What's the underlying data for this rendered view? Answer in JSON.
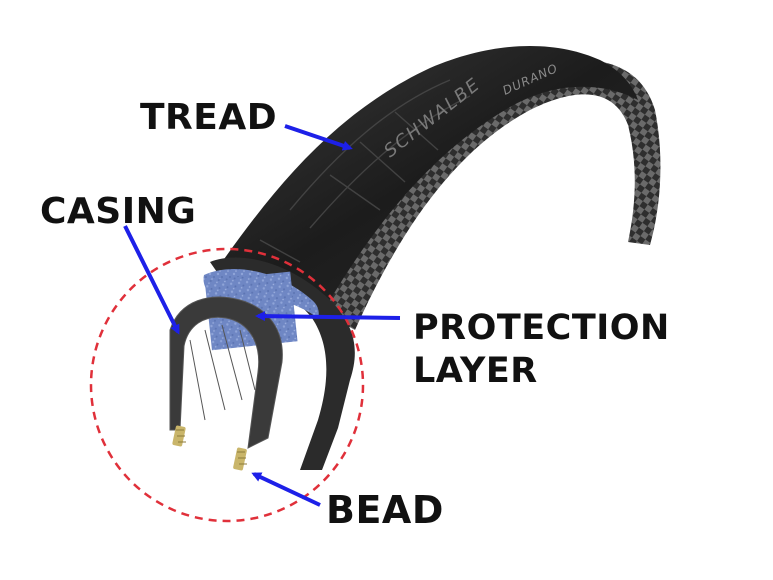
{
  "labels": {
    "tread": "TREAD",
    "casing": "CASING",
    "protection_line1": "PROTECTION",
    "protection_line2": "LAYER",
    "bead": "BEAD"
  },
  "tire_brand_text": "SCHWALBE",
  "tire_model_text": "DURANO",
  "colors": {
    "arrow": "#1d20e8",
    "highlight_circle": "#e0303a",
    "protection_layer": "#6f87c4",
    "tire": "#232323",
    "bead_wire": "#c9b56a",
    "label_text": "#111111"
  }
}
